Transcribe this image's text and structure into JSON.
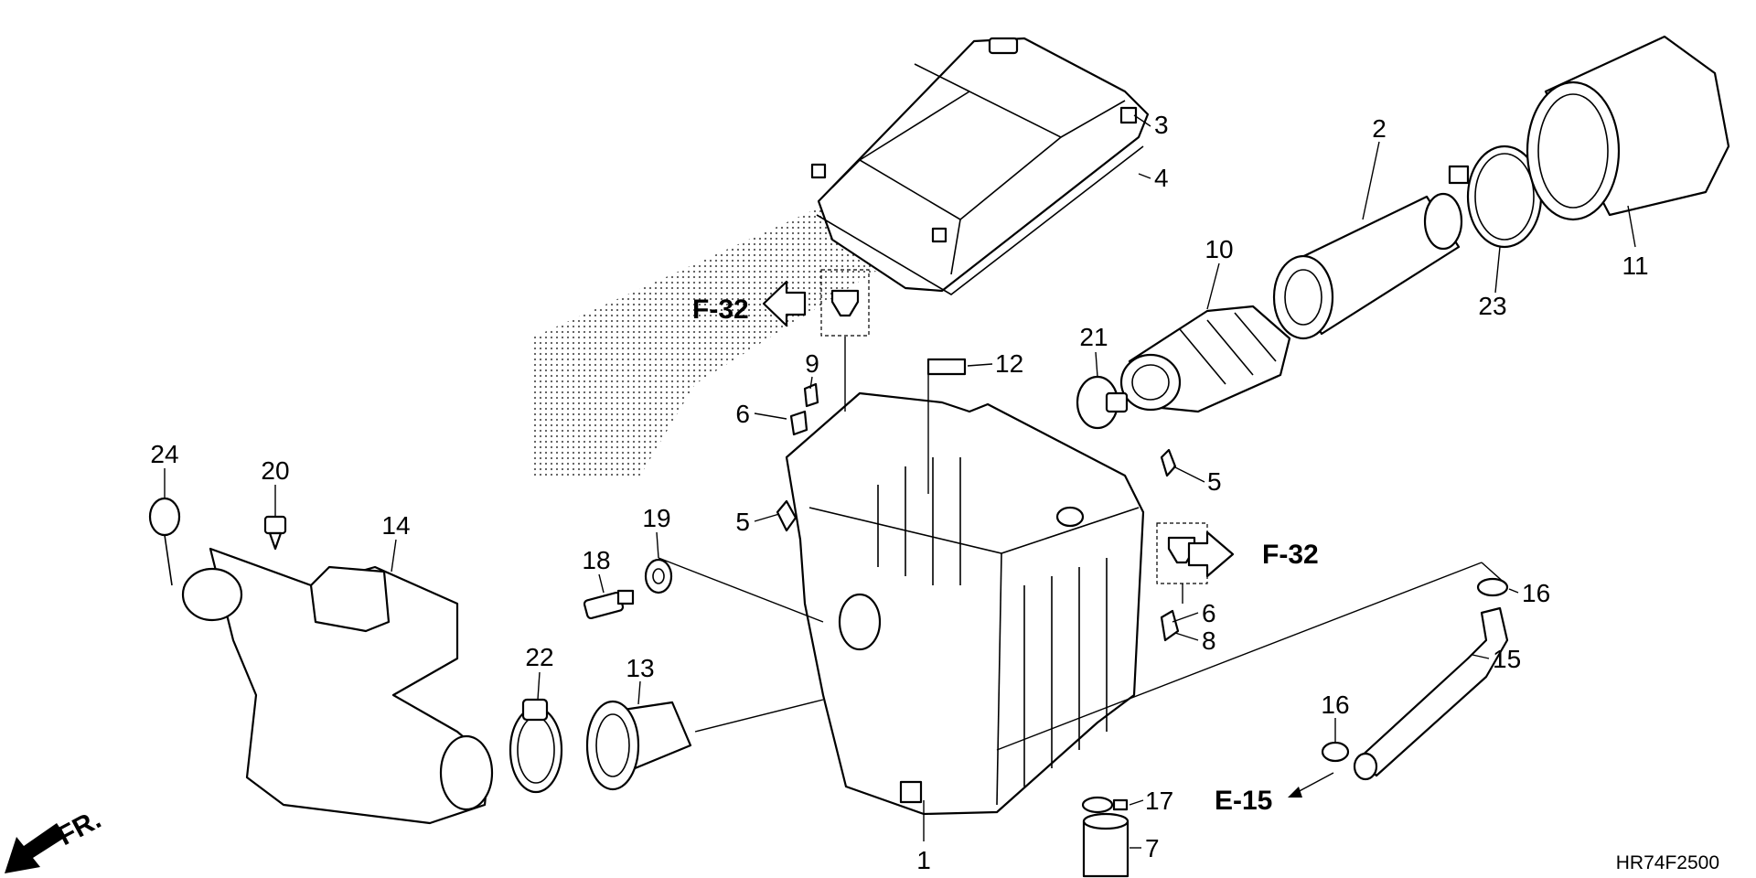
{
  "callouts": [
    {
      "id": "1",
      "text": "1"
    },
    {
      "id": "2",
      "text": "2"
    },
    {
      "id": "3",
      "text": "3"
    },
    {
      "id": "4",
      "text": "4"
    },
    {
      "id": "5a",
      "text": "5"
    },
    {
      "id": "5b",
      "text": "5"
    },
    {
      "id": "6a",
      "text": "6"
    },
    {
      "id": "6b",
      "text": "6"
    },
    {
      "id": "7",
      "text": "7"
    },
    {
      "id": "8",
      "text": "8"
    },
    {
      "id": "9",
      "text": "9"
    },
    {
      "id": "10",
      "text": "10"
    },
    {
      "id": "11",
      "text": "11"
    },
    {
      "id": "12",
      "text": "12"
    },
    {
      "id": "13",
      "text": "13"
    },
    {
      "id": "14",
      "text": "14"
    },
    {
      "id": "15",
      "text": "15"
    },
    {
      "id": "16a",
      "text": "16"
    },
    {
      "id": "16b",
      "text": "16"
    },
    {
      "id": "17",
      "text": "17"
    },
    {
      "id": "18",
      "text": "18"
    },
    {
      "id": "19",
      "text": "19"
    },
    {
      "id": "20",
      "text": "20"
    },
    {
      "id": "21",
      "text": "21"
    },
    {
      "id": "22",
      "text": "22"
    },
    {
      "id": "23",
      "text": "23"
    },
    {
      "id": "24",
      "text": "24"
    }
  ],
  "references": {
    "f32_left": "F-32",
    "f32_right": "F-32",
    "e15": "E-15"
  },
  "direction": "FR.",
  "diagram_code": "HR74F2500"
}
